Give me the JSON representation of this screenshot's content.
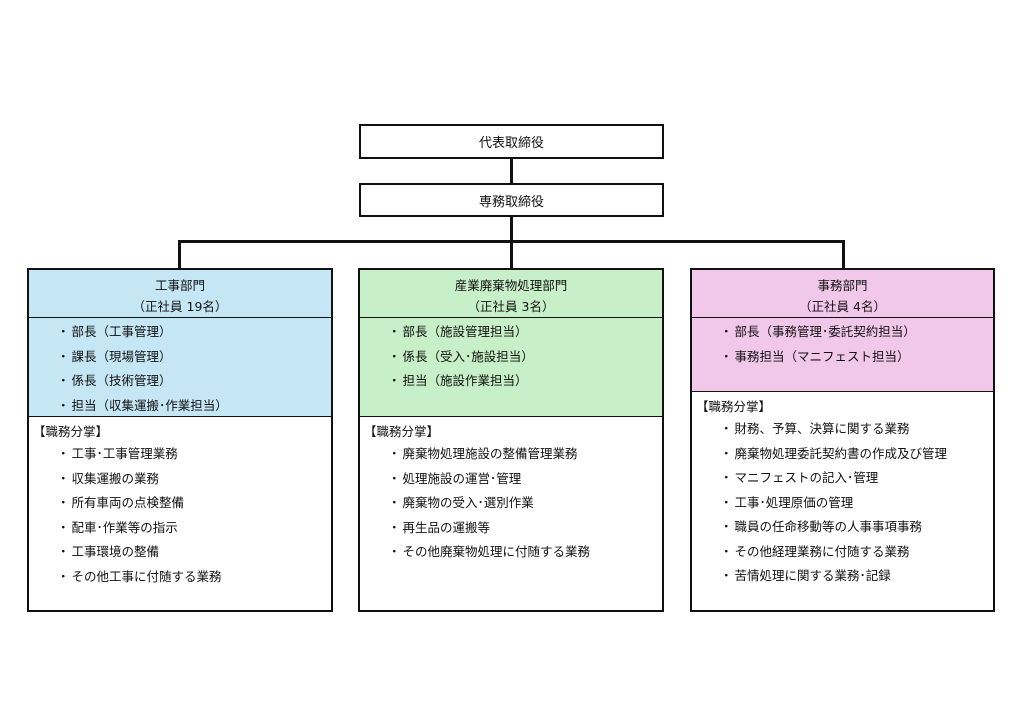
{
  "chart_top": {
    "ceo": "代表取締役",
    "managing_director": "専務取締役"
  },
  "colors": {
    "construction": "#c5e6f5",
    "waste": "#c8f0c8",
    "office": "#f2c8ea",
    "line": "#111111"
  },
  "departments": [
    {
      "name": "工事部門",
      "staff": "（正社員 19名）",
      "roles": [
        "部長（工事管理）",
        "課長（現場管理）",
        "係長（技術管理）",
        "担当（収集運搬･作業担当）"
      ],
      "duties_title": "【職務分掌】",
      "duties": [
        "工事･工事管理業務",
        "収集運搬の業務",
        "所有車両の点検整備",
        "配車･作業等の指示",
        "工事環境の整備",
        "その他工事に付随する業務"
      ]
    },
    {
      "name": "産業廃棄物処理部門",
      "staff": "（正社員 3名）",
      "roles": [
        "部長（施設管理担当）",
        "係長（受入･施設担当）",
        "担当（施設作業担当）"
      ],
      "duties_title": "【職務分掌】",
      "duties": [
        "廃棄物処理施設の整備管理業務",
        "処理施設の運営･管理",
        "廃棄物の受入･選別作業",
        "再生品の運搬等",
        "その他廃棄物処理に付随する業務"
      ]
    },
    {
      "name": "事務部門",
      "staff": "（正社員 4名）",
      "roles": [
        "部長（事務管理･委託契約担当）",
        "事務担当（マニフェスト担当）"
      ],
      "duties_title": "【職務分掌】",
      "duties": [
        "財務、予算、決算に関する業務",
        "廃棄物処理委託契約書の作成及び管理",
        "マニフェストの記入･管理",
        "工事･処理原価の管理",
        "職員の任命移動等の人事事項事務",
        "その他経理業務に付随する業務",
        "苦情処理に関する業務･記録"
      ]
    }
  ]
}
